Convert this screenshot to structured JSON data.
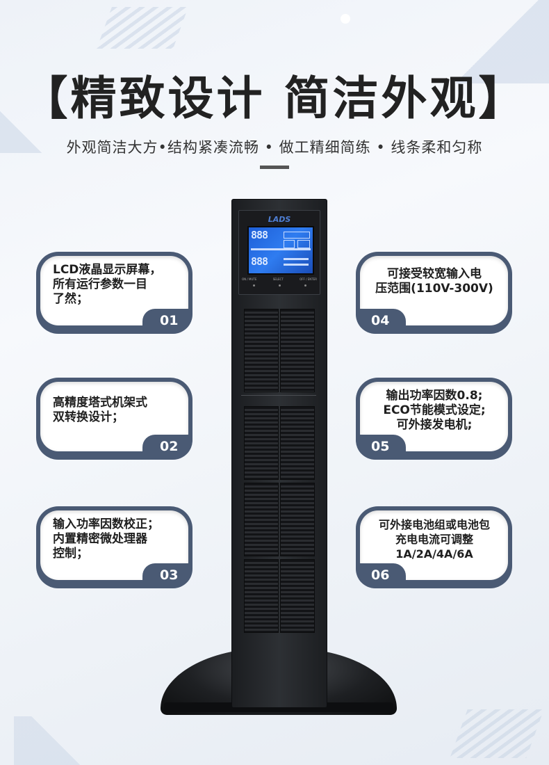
{
  "header": {
    "title": "【精致设计 简洁外观】",
    "subtitle": "外观简洁大方•结构紧凑流畅 • 做工精细简练 • 线条柔和匀称"
  },
  "device": {
    "brand": "LADS",
    "lcd_digits_top": "888",
    "lcd_digits_bottom": "888",
    "buttons": [
      "ON / MUTE",
      "SELECT",
      "OFF / ENTER"
    ]
  },
  "features": [
    {
      "number": "01",
      "text": "LCD液晶显示屏幕，\n所有运行参数一目\n了然；"
    },
    {
      "number": "02",
      "text": "高精度塔式机架式\n双转换设计；"
    },
    {
      "number": "03",
      "text": "输入功率因数校正；\n内置精密微处理器\n控制；"
    },
    {
      "number": "04",
      "text": "可接受较宽输入电\n压范围(110V-300V)"
    },
    {
      "number": "05",
      "text": "输出功率因数0.8;\nECO节能模式设定;\n可外接发电机;"
    },
    {
      "number": "06",
      "text": "可外接电池组或电池包\n充电电流可调整\n1A/2A/4A/6A"
    }
  ],
  "colors": {
    "card_border": "#4a5a74",
    "lcd": "#2f7cf0",
    "device": "#1e2023"
  }
}
